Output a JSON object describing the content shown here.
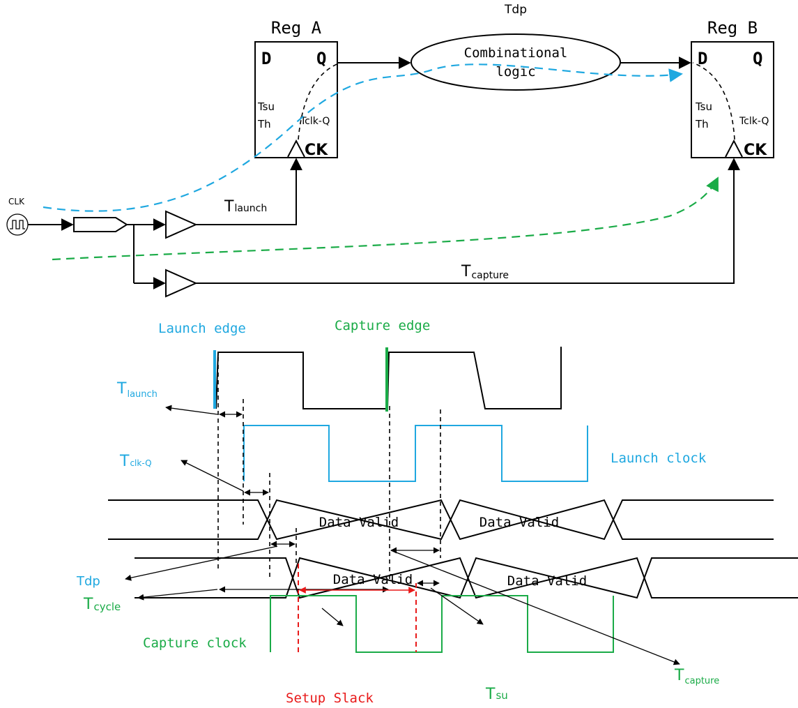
{
  "colors": {
    "blue": "#1fa8e0",
    "green": "#1aab47",
    "red": "#e81919",
    "black": "#000000"
  },
  "circuit": {
    "reg_a": {
      "title": "Reg A",
      "d": "D",
      "q": "Q",
      "tsu": "Tsu",
      "th": "Th",
      "tclkq": "Tclk-Q",
      "ck": "CK"
    },
    "reg_b": {
      "title": "Reg B",
      "d": "D",
      "q": "Q",
      "tsu": "Tsu",
      "th": "Th",
      "tclkq": "Tclk-Q",
      "ck": "CK"
    },
    "tdp": "Tdp",
    "comb_logic_line1": "Combinational",
    "comb_logic_line2": "logic",
    "clk": "CLK",
    "t_launch_main": "T",
    "t_launch_sub": "launch",
    "t_capture_main": "T",
    "t_capture_sub": "capture"
  },
  "timing": {
    "launch_edge": "Launch edge",
    "capture_edge": "Capture edge",
    "t_launch_main": "T",
    "t_launch_sub": "launch",
    "t_clkq_main": "T",
    "t_clkq_sub": "clk-Q",
    "launch_clock": "Launch clock",
    "data_valid_1": "Data Valid",
    "data_valid_2": "Data Valid",
    "data_valid_3": "Data Valid",
    "data_valid_4": "Data Valid",
    "tdp": "Tdp",
    "t_cycle_main": "T",
    "t_cycle_sub": "cycle",
    "capture_clock": "Capture clock",
    "setup_slack": "Setup Slack",
    "t_su_main": "T",
    "t_su_sub": "su",
    "t_capture_main": "T",
    "t_capture_sub": "capture"
  }
}
